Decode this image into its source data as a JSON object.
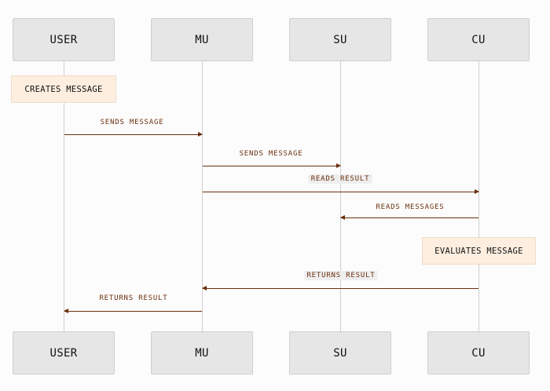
{
  "actors": [
    "USER",
    "MU",
    "SU",
    "CU"
  ],
  "notes": {
    "creates": "CREATES MESSAGE",
    "evaluates": "EVALUATES MESSAGE"
  },
  "messages": {
    "m1": "SENDS MESSAGE",
    "m2": "SENDS MESSAGE",
    "m3": "READS RESULT",
    "m4": "READS MESSAGES",
    "m5": "RETURNS RESULT",
    "m6": "RETURNS RESULT"
  },
  "colors": {
    "arrow": "#6b2f0d",
    "note_fill": "#fdeee0",
    "actor_fill": "#e6e6e6"
  }
}
